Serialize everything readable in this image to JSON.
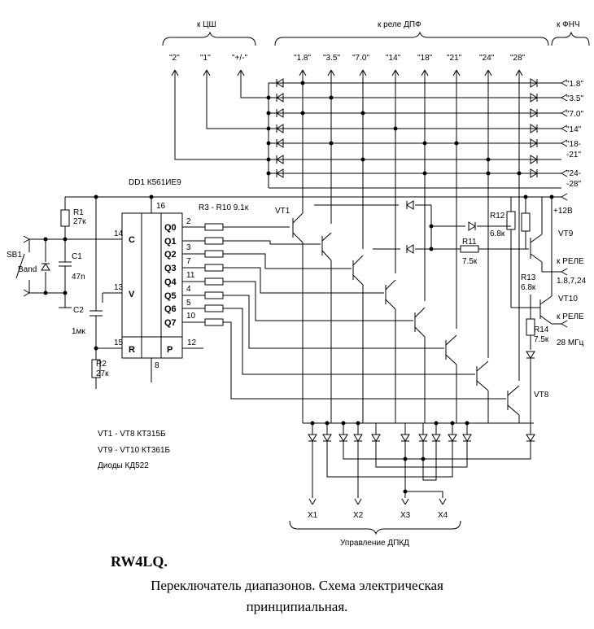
{
  "top": {
    "group_cs": "к ЦШ",
    "group_relay": "к реле ДПФ",
    "group_fnch": "к ФНЧ",
    "cs_pins": [
      "\"2\"",
      "\"1\"",
      "\"+/-\""
    ],
    "relay_pins": [
      "\"1.8\"",
      "\"3.5\"",
      "\"7.0\"",
      "\"14\"",
      "\"18\"",
      "\"21\"",
      "\"24\"",
      "\"28\""
    ],
    "fnch_pins": [
      "\"1.8\"",
      "\"3.5\"",
      "\"7.0\"",
      "\"14\"",
      "\"18-",
      "-21\"",
      "\"24-",
      "-28\""
    ]
  },
  "ic": {
    "name": "DD1  К561ИЕ9",
    "pin16": "16",
    "pin14": "14",
    "pin13": "13",
    "pin15": "15",
    "pin8": "8",
    "pin12": "12",
    "c_label": "C",
    "v_label": "V",
    "r_label": "R",
    "p_label": "P",
    "outputs": [
      "Q0",
      "Q1",
      "Q2",
      "Q3",
      "Q4",
      "Q5",
      "Q6",
      "Q7"
    ],
    "out_pins": [
      "2",
      "",
      "3",
      "7",
      "11",
      "4",
      "5",
      "10"
    ]
  },
  "components": {
    "r1": "R1",
    "r1v": "27к",
    "c1": "C1",
    "c1v": "47n",
    "c2": "C2",
    "c2v": "1мк",
    "r2": "R2",
    "r2v": "27к",
    "sb1": "SB1",
    "band": "Band",
    "r3r10": "R3 - R10  9.1к",
    "vt1": "VT1",
    "vt8": "VT8",
    "vt9": "VT9",
    "vt10": "VT10",
    "r11": "R11",
    "r11v": "7.5к",
    "r12": "R12",
    "r12v": "6.8к",
    "r13": "R13",
    "r13v": "6.8к",
    "r14": "R14",
    "r14v": "7.5к",
    "plus12": "+12В",
    "relay1": "к РЕЛЕ",
    "relay1b": "1.8,7,24",
    "relay2": "к РЕЛЕ",
    "relay2b": "28 МГц"
  },
  "parts_list": [
    "VT1 - VT8    КТ315Б",
    "VT9 - VT10  КТ361Б",
    "Диоды    КД522"
  ],
  "bottom": {
    "x_labels": [
      "X1",
      "X2",
      "X3",
      "X4"
    ],
    "group": "Управление  ДПКД"
  },
  "caption": {
    "author": "RW4LQ.",
    "line1": "Переключатель диапазонов.  Схема электрическая",
    "line2": "принципиальная."
  }
}
